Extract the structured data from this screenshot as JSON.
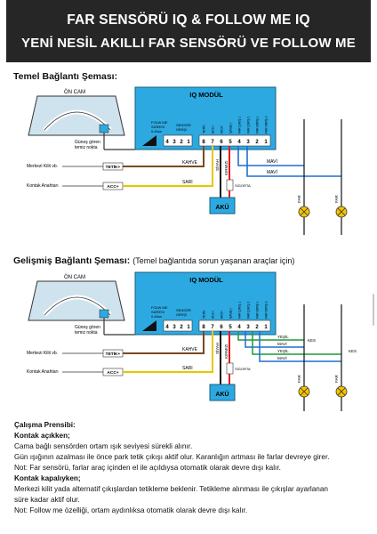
{
  "header": {
    "line1": "FAR SENSÖRÜ IQ & FOLLOW ME IQ",
    "line2": "YENİ NESİL AKILLI FAR SENSÖRÜ VE FOLLOW ME"
  },
  "basic": {
    "title": "Temel Bağlantı Şeması:",
    "subtitle": ""
  },
  "advanced": {
    "title": "Gelişmiş Bağlantı Şeması:",
    "subtitle": "(Temel bağlantıda sorun yaşanan araçlar için)"
  },
  "diagram": {
    "windshield": "ÖN CAM",
    "sensor_note_1": "Güneş gören",
    "sensor_note_2": "temiz nokta",
    "module_title": "IQ MODÜL",
    "follow_me_1": "FOLW ME",
    "follow_me_2": "SÜRESİ",
    "follow_me_3": "0-60sn",
    "sensor_1": "SENSÖR",
    "sensor_2": "GİRİŞİ",
    "pin_labels": [
      "TETİK",
      "ACC+",
      "AKÜ+",
      "ŞASE(-)",
      "FAR ÇIKIŞ 1",
      "FAR ÇIKIŞ 2",
      "FAR GİRİŞ 1",
      "FAR GİRİŞ 2"
    ],
    "central_lock": "Merkezi Kilit vb.",
    "ignition": "Kontak Anahtarı",
    "trigger_box": "TETİK+",
    "acc_box": "ACC+",
    "wire_brown": "KAHVE",
    "wire_yellow": "SARI",
    "wire_black": "SİYAH",
    "wire_red": "KIRMIZI",
    "wire_blue": "MAVİ",
    "wire_green": "YEŞİL",
    "fuse": "SİGORTA",
    "battery": "AKÜ",
    "cut": "KES",
    "headlight": "FAR"
  },
  "description": {
    "principle_title": "Çalışma Prensibi:",
    "ignition_on": "Kontak açıkken;",
    "p1": "Cama bağlı sensörden ortam ışık seviyesi sürekli alınır.",
    "p2": "Gün ışığının azalması ile önce park tetik çıkışı aktif olur. Karanlığın artması ile farlar devreye girer.",
    "p3": "Not: Far sensörü, farlar araç içinden el ile açıldıysa otomatik olarak devre dışı kalır.",
    "ignition_off": "Kontak kapalıyken;",
    "p4": "Merkezi kilit yada alternatif çıkışlardan tetikleme beklenir. Tetikleme alınması ile çıkışlar ayarlanan",
    "p5": "süre kadar aktif olur.",
    "p6": "Not: Follow me özelliği, ortam aydınlıksa otomatik olarak devre dışı kalır."
  },
  "colors": {
    "module": "#2da9e1",
    "wire_brown": "#7a4a1f",
    "wire_yellow": "#e6c700",
    "wire_red": "#e31b1b",
    "wire_blue": "#1f6fd1",
    "wire_green": "#1d9a3a",
    "lamp": "#f3c400"
  }
}
